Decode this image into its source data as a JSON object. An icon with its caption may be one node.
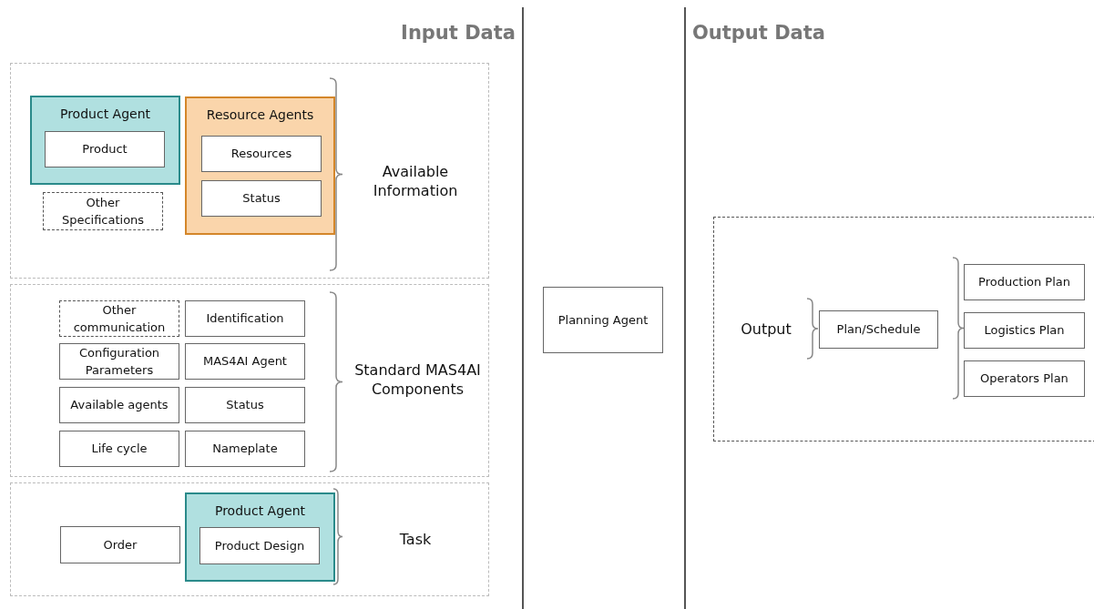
{
  "diagram": {
    "nodes": [
      {
        "text": [
          "Available Information"
        ]
      },
      {
        "text": [
          "Product Agent"
        ],
        "in": 0
      },
      {
        "text": [
          "Product"
        ],
        "in": 1
      },
      {
        "text": [
          "Other Specifications"
        ],
        "in": 0
      },
      {
        "text": [
          "Resource Agents"
        ],
        "in": 0
      },
      {
        "text": [
          "Resources"
        ],
        "in": 4
      },
      {
        "text": [
          "Status"
        ],
        "in": 4
      },
      {
        "text": [
          "Standard MAS4AI Components"
        ]
      },
      {
        "text": [
          "Other communication"
        ],
        "in": 7
      },
      {
        "text": [
          "Identification"
        ],
        "in": 7
      },
      {
        "text": [
          "Configuration Parameters"
        ],
        "in": 7
      },
      {
        "text": [
          "MAS4AI Agent"
        ],
        "in": 7
      },
      {
        "text": [
          "Available agents"
        ],
        "in": 7
      },
      {
        "text": [
          "Status"
        ],
        "in": 7
      },
      {
        "text": [
          "Life cycle"
        ],
        "in": 7
      },
      {
        "text": [
          "Nameplate"
        ],
        "in": 7
      },
      {
        "text": [
          "Task"
        ]
      },
      {
        "text": [
          "Order"
        ],
        "in": 16
      },
      {
        "text": [
          "Product Agent"
        ],
        "in": 16
      },
      {
        "text": [
          "Product Design"
        ],
        "in": 18
      },
      {
        "text": [
          "Planning Agent"
        ]
      },
      {
        "text": [
          "Output"
        ]
      },
      {
        "text": [
          "Plan/Schedule"
        ],
        "in": 21
      },
      {
        "text": [
          "Production Plan"
        ],
        "in": 21
      },
      {
        "text": [
          "Logistics Plan"
        ],
        "in": 21
      },
      {
        "text": [
          "Operators Plan"
        ],
        "in": 21
      }
    ],
    "labels": [
      "Input Data",
      "Output Data"
    ]
  }
}
